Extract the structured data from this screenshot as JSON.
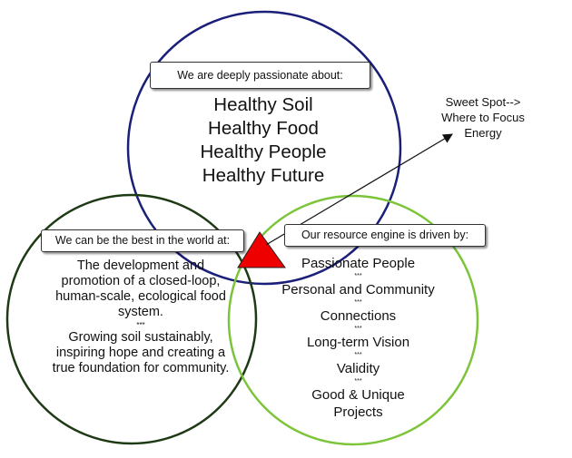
{
  "colors": {
    "top_circle": "#1a1f7a",
    "left_circle": "#1d3a14",
    "right_circle": "#7cc43a",
    "sweet_spot": "#ee0000"
  },
  "passion": {
    "label": "We are deeply passionate about:",
    "lines": [
      "Healthy Soil",
      "Healthy Food",
      "Healthy People",
      "Healthy Future"
    ]
  },
  "best": {
    "label": "We can be the best in the world at:",
    "lines": [
      "The development and",
      "promotion of a closed-loop,",
      "human-scale, ecological food",
      "system.",
      "***",
      "Growing soil sustainably,",
      "inspiring hope and creating a",
      "true foundation for community."
    ]
  },
  "engine": {
    "label": "Our resource engine is driven by:",
    "items": [
      "Passionate People",
      "Personal and Community",
      "Connections",
      "Long-term Vision",
      "Validity",
      "Good & Unique",
      "Projects"
    ],
    "separator": "***"
  },
  "sweet_spot": {
    "lines": [
      "Sweet Spot-->",
      "Where to Focus",
      "Energy"
    ]
  }
}
